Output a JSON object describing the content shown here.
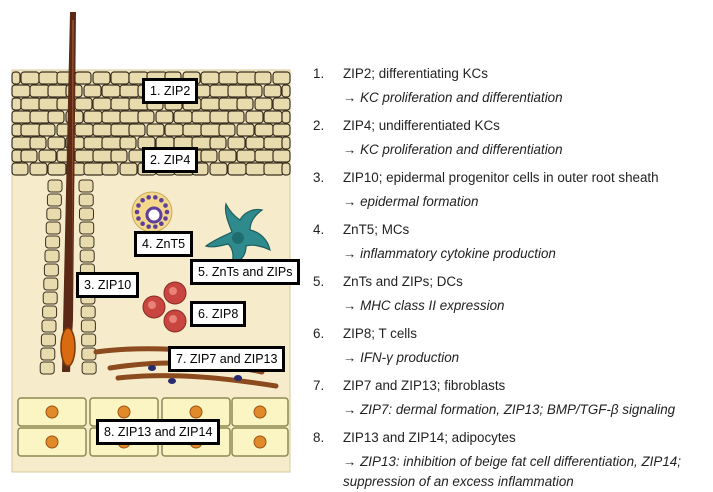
{
  "callouts": [
    "1. ZIP2",
    "2. ZIP4",
    "3. ZIP10",
    "4. ZnT5",
    "5. ZnTs and ZIPs",
    "6. ZIP8",
    "7. ZIP7 and ZIP13",
    "8. ZIP13 and ZIP14"
  ],
  "items": [
    {
      "num": "1.",
      "head": "ZIP2; differentiating KCs",
      "effect": [
        "→ KC proliferation and differentiation"
      ]
    },
    {
      "num": "2.",
      "head": "ZIP4; undifferentiated KCs",
      "effect": [
        "→ KC proliferation and differentiation"
      ]
    },
    {
      "num": "3.",
      "head": "ZIP10; epidermal progenitor cells in outer root sheath",
      "effect": [
        "→ epidermal formation"
      ]
    },
    {
      "num": "4.",
      "head": "ZnT5; MCs",
      "effect": [
        "→ inflammatory cytokine production"
      ]
    },
    {
      "num": "5.",
      "head": "ZnTs and ZIPs; DCs",
      "effect": [
        "→ MHC class II expression"
      ]
    },
    {
      "num": "6.",
      "head": "ZIP8; T cells",
      "effect": [
        "→ IFN-γ production"
      ]
    },
    {
      "num": "7.",
      "head": "ZIP7 and ZIP13; fibroblasts",
      "effect": [
        "→ ZIP7: dermal formation, ZIP13; BMP/TGF-β signaling"
      ]
    },
    {
      "num": "8.",
      "head": "ZIP13 and ZIP14; adipocytes",
      "effect": [
        "→ ZIP13: inhibition of beige fat cell differentiation, ZIP14;",
        "suppression of an excess inflammation"
      ]
    }
  ],
  "colors": {
    "dermis": "#f6eccc",
    "keratinocyte": "#e8dcaf",
    "hair_shaft": "#5b2a17",
    "hair_bulb": "#d96a10",
    "mast_cell": "#f4d88c",
    "mast_granule": "#5e3f9a",
    "dendritic_cell": "#2e8a8d",
    "t_cell": "#c8463f",
    "fibroblast": "#8c4a1f",
    "fibroblast_nucleus": "#262a6e",
    "adipocyte": "#fbf5c4",
    "adipocyte_nucleus": "#e08a2a"
  }
}
